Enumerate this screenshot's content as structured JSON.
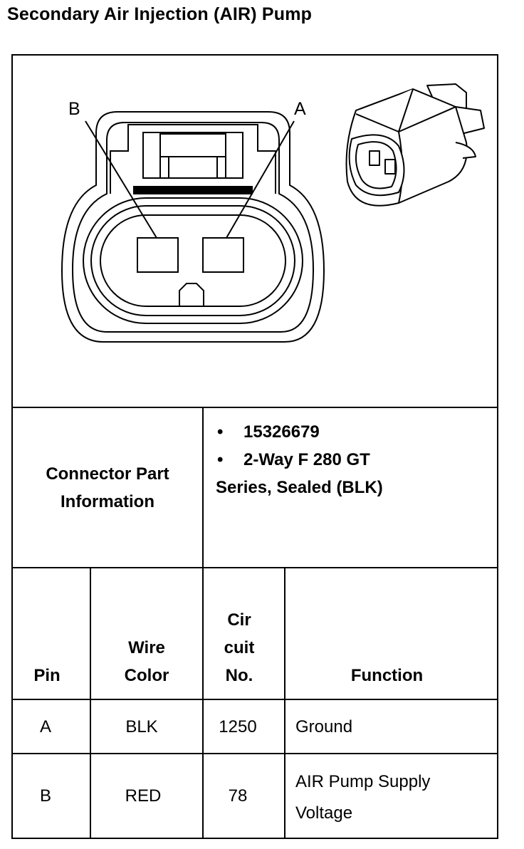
{
  "title": "Secondary Air Injection (AIR) Pump",
  "diagram": {
    "pin_label_b": "B",
    "pin_label_a": "A"
  },
  "connector_info": {
    "label_line1": "Connector Part",
    "label_line2": "Information",
    "bullet": "•",
    "part_number": "15326679",
    "description_line1": "2-Way F 280 GT",
    "description_line2": "Series, Sealed (BLK)"
  },
  "pin_table": {
    "headers": {
      "pin": "Pin",
      "wire_color_line1": "Wire",
      "wire_color_line2": "Color",
      "circuit_line1": "Cir",
      "circuit_line2": "cuit",
      "circuit_line3": "No.",
      "function": "Function"
    },
    "rows": [
      {
        "pin": "A",
        "wire_color": "BLK",
        "circuit": "1250",
        "function_line1": "Ground",
        "function_line2": ""
      },
      {
        "pin": "B",
        "wire_color": "RED",
        "circuit": "78",
        "function_line1": "AIR Pump Supply",
        "function_line2": "Voltage"
      }
    ]
  }
}
